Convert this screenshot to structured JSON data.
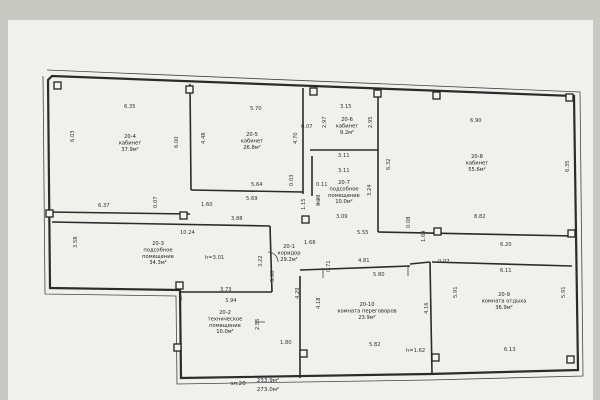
{
  "plan": {
    "rooms": [
      {
        "id": "20-4",
        "lines": [
          "20-4",
          "кабинет",
          "37.9м²"
        ]
      },
      {
        "id": "20-5",
        "lines": [
          "20-5",
          "кабинет",
          "26.8м²"
        ]
      },
      {
        "id": "20-6",
        "lines": [
          "20-6",
          "кабинет",
          "9.2м²"
        ]
      },
      {
        "id": "20-7",
        "lines": [
          "20-7",
          "подсобное",
          "помещение",
          "10.0м²"
        ]
      },
      {
        "id": "20-8",
        "lines": [
          "20-8",
          "кабинет",
          "55.6м²"
        ]
      },
      {
        "id": "20-3",
        "lines": [
          "20-3",
          "подсобное",
          "помещение",
          "34.3м²"
        ]
      },
      {
        "id": "20-1",
        "lines": [
          "20-1",
          "коридор",
          "29.2м²"
        ]
      },
      {
        "id": "20-2",
        "lines": [
          "20-2",
          "техническое",
          "помещение",
          "10.0м²"
        ]
      },
      {
        "id": "20-10",
        "lines": [
          "20-10",
          "комната переговоров",
          "23.9м²"
        ]
      },
      {
        "id": "20-9",
        "lines": [
          "20-9",
          "комната отдыха",
          "36.9м²"
        ]
      }
    ],
    "dimensions": [
      "6.35",
      "5.70",
      "3.15",
      "6.90",
      "6.03",
      "6.00",
      "4.48",
      "4.70",
      "2.97",
      "2.95",
      "0.07",
      "3.11",
      "3.11",
      "6.32",
      "6.35",
      "6.37",
      "0.07",
      "5.64",
      "5.69",
      "0.03",
      "0.11",
      "3.23",
      "3.24",
      "3.09",
      "1.15",
      "1.60",
      "3.88",
      "10.24",
      "1.68",
      "5.55",
      "0.08",
      "1.64",
      "8.82",
      "6.20",
      "6.11",
      "3.58",
      "h=3.01",
      "3.22",
      "4.81",
      "0.71",
      "5.80",
      "0.07",
      "5.90",
      "3.73",
      "3.94",
      "2.55",
      "4.29",
      "4.18",
      "4.16",
      "5.91",
      "5.91",
      "1.80",
      "5.82",
      "h=1.62",
      "6.13"
    ],
    "totals": {
      "label": "эл.20",
      "area1": "233.9м²",
      "area2": "273.0м²"
    }
  }
}
